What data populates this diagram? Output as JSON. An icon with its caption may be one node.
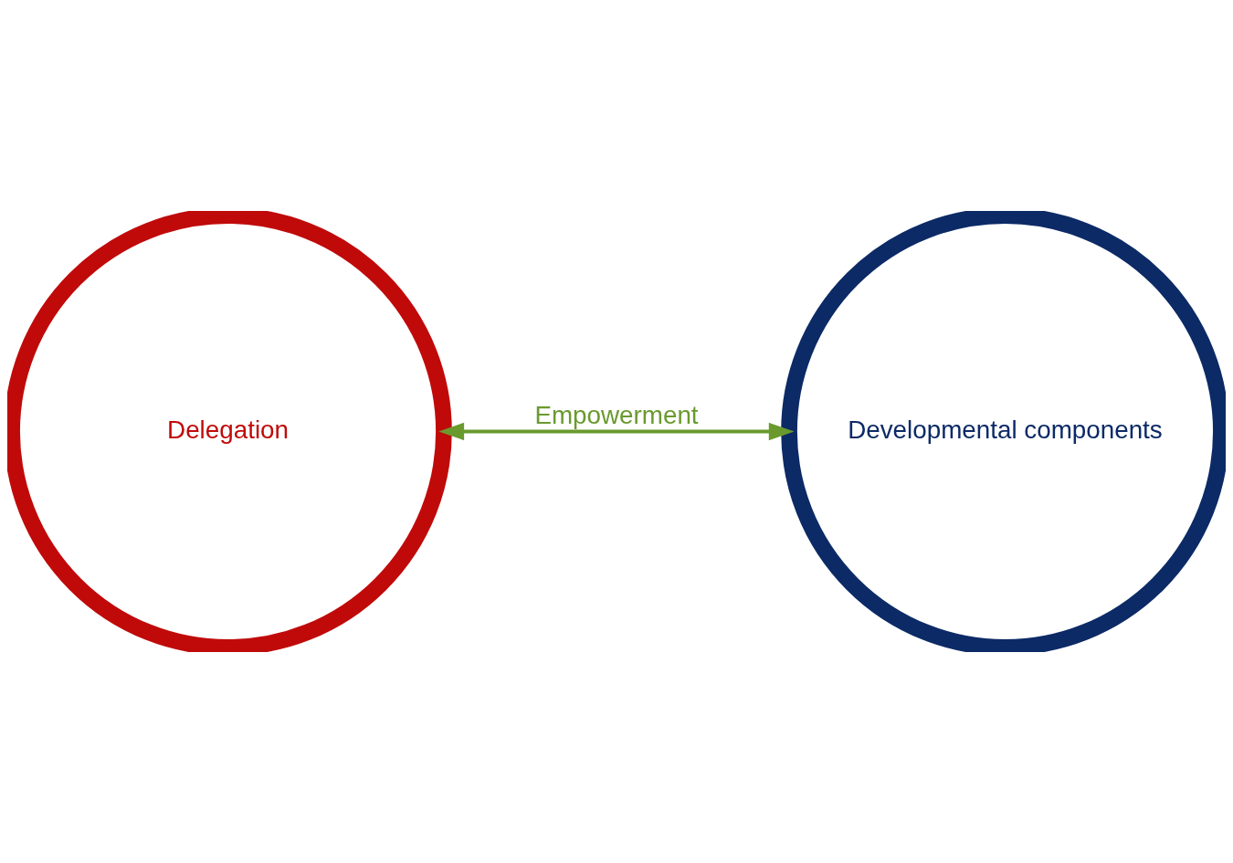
{
  "diagram": {
    "nodes": [
      {
        "text": [
          "Delegation"
        ]
      },
      {
        "text": [
          "Developmental components"
        ]
      }
    ],
    "edges": [
      {
        "from": 0,
        "to": 1,
        "arrow": "both",
        "label": "Empowerment",
        "color": "#6a9a2e"
      }
    ]
  }
}
